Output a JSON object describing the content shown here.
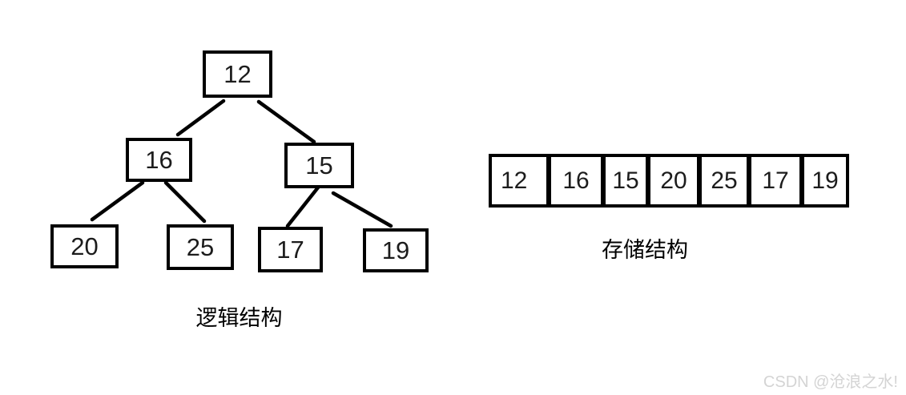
{
  "tree": {
    "label": "逻辑结构",
    "nodes": [
      {
        "value": "12"
      },
      {
        "value": "16"
      },
      {
        "value": "15"
      },
      {
        "value": "20"
      },
      {
        "value": "25"
      },
      {
        "value": "17"
      },
      {
        "value": "19"
      }
    ],
    "edges": [
      [
        "12",
        "16"
      ],
      [
        "12",
        "15"
      ],
      [
        "16",
        "20"
      ],
      [
        "16",
        "25"
      ],
      [
        "15",
        "17"
      ],
      [
        "15",
        "19"
      ]
    ]
  },
  "array": {
    "label": "存储结构",
    "cells": [
      "12",
      "16",
      "15",
      "20",
      "25",
      "17",
      "19"
    ]
  },
  "watermark": {
    "text": "CSDN @沧浪之水!",
    "color": "#d4d4d4"
  },
  "colors": {
    "line": "#000000",
    "background": "#ffffff",
    "node_text": "#1c1c1c"
  }
}
